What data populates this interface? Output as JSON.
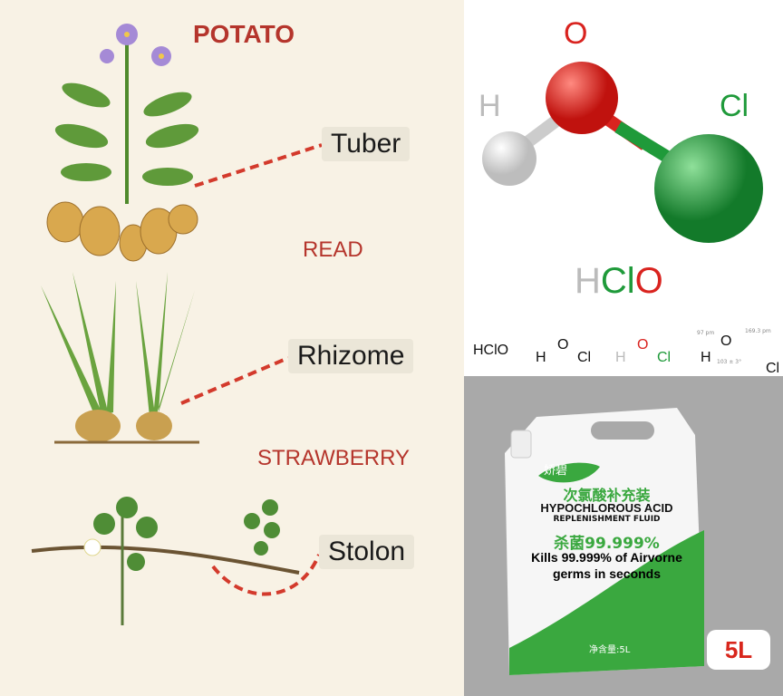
{
  "left_panel": {
    "headings": {
      "potato": "POTATO",
      "read": "READ",
      "strawberry": "STRAWBERRY"
    },
    "labels": {
      "tuber": "Tuber",
      "rhizome": "Rhizome",
      "stolon": "Stolon"
    },
    "colors": {
      "heading": "#b5352c",
      "leader_line": "#d33a2c",
      "background": "#f8f2e5"
    }
  },
  "molecule": {
    "atoms": {
      "o": "O",
      "h": "H",
      "cl": "Cl"
    },
    "formula": {
      "h": "H",
      "cl": "Cl",
      "o": "O"
    },
    "colors": {
      "oxygen": "#d9231f",
      "hydrogen": "#bbbbbb",
      "chlorine": "#1f9a3a"
    },
    "structures": {
      "formula_text": "HClO",
      "s2": {
        "h": "H",
        "o": "O",
        "cl": "Cl"
      },
      "s3": {
        "h": "H",
        "o": "O",
        "cl": "Cl"
      },
      "s4": {
        "h": "H",
        "o": "O",
        "cl": "Cl",
        "bond_oh": "97 pm",
        "bond_ocl": "169.3 pm",
        "angle": "103 ± 3°"
      }
    }
  },
  "product": {
    "brand": "娇碧",
    "chinese_title": "次氯酸补充装",
    "title": "HYPOCHLOROUS ACID",
    "subtitle": "REPLENISHMENT FLUID",
    "claim_cn": "杀菌99.999%",
    "claim_line1": "Kills 99.999% of Airvorne",
    "claim_line2": "germs in seconds",
    "net_content": "净含量:5L",
    "volume_badge": "5L",
    "colors": {
      "accent": "#3aa83f",
      "badge_text": "#d8261c"
    }
  }
}
